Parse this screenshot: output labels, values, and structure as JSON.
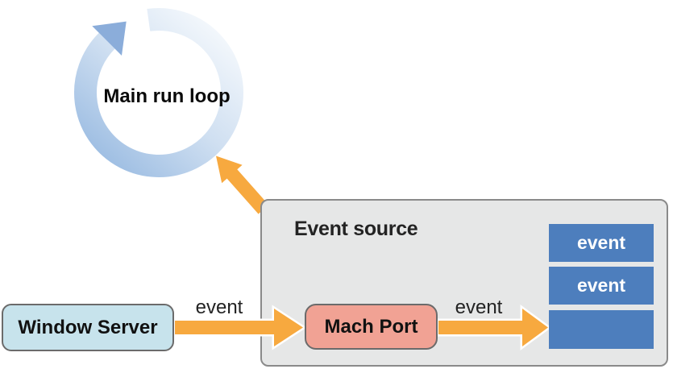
{
  "title": "Run loop event delivery diagram",
  "colors": {
    "orange": "#F7A93F",
    "arrow_outline": "#FFFFFF",
    "queue_blue": "#4D7EBD",
    "window_server_fill": "#C7E3EC",
    "mach_port_fill": "#F1A294",
    "event_source_fill": "#E6E7E7",
    "box_border": "#6B6B6B",
    "panel_border": "#8A8A8A",
    "ring_light": "#F7FAFD",
    "ring_mid": "#CFDFF1",
    "ring_dark": "#98BAE1",
    "ring_arrowhead": "#8BADDA",
    "label_text": "#232323"
  },
  "main_run_loop": {
    "label": "Main run loop"
  },
  "event_source": {
    "label": "Event source"
  },
  "window_server": {
    "label": "Window Server"
  },
  "mach_port": {
    "label": "Mach Port"
  },
  "event_queue": {
    "items": [
      {
        "label": "event"
      },
      {
        "label": "event"
      },
      {
        "label": ""
      }
    ]
  },
  "edges": {
    "window_server_to_mach_port": {
      "label": "event"
    },
    "mach_port_to_queue": {
      "label": "event"
    },
    "event_source_to_run_loop": {
      "label": ""
    }
  }
}
